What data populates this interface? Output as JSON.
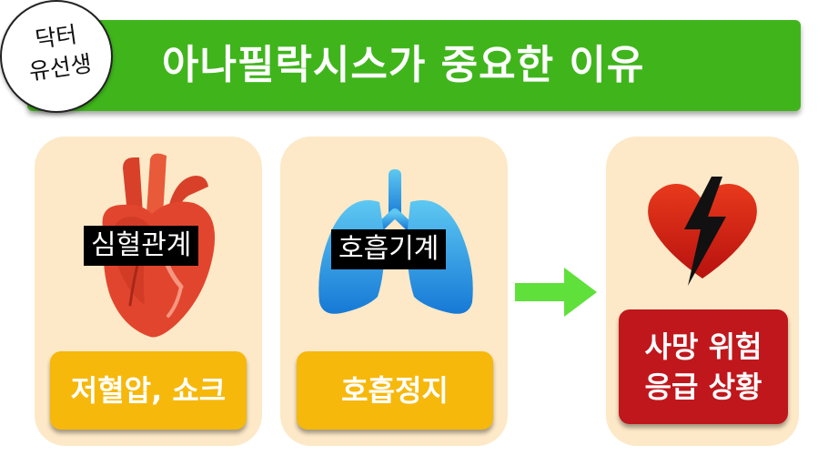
{
  "logo": {
    "line1": "닥터",
    "line2": "유선생"
  },
  "title": "아나필락시스가 중요한 이유",
  "cards": [
    {
      "organ_label": "심혈관계",
      "result": "저혈압, 쇼크"
    },
    {
      "organ_label": "호흡기계",
      "result": "호흡정지"
    }
  ],
  "outcome": {
    "line1": "사망 위험",
    "line2": "응급 상황"
  },
  "icons": [
    "heart-organ-icon",
    "lungs-icon",
    "arrow-right-icon",
    "broken-heart-lightning-icon"
  ],
  "colors": {
    "title_bar": "#3fb51b",
    "card_bg": "#fde9c7",
    "label_box": "#f6b80b",
    "danger_box": "#c0171c",
    "arrow": "#5fe03a"
  }
}
